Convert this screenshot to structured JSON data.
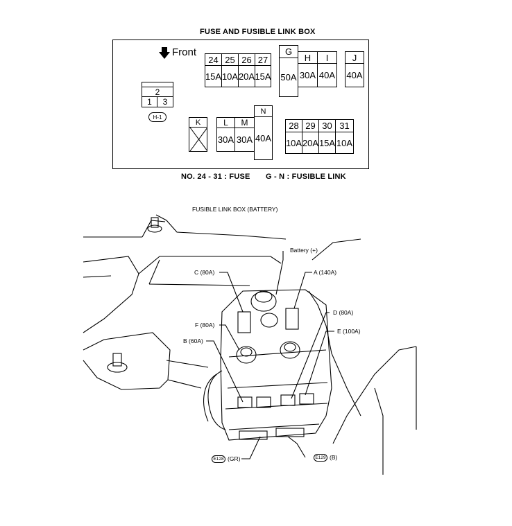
{
  "top_title": "FUSE AND FUSIBLE LINK BOX",
  "front_label": "Front",
  "relay_connector": {
    "top": "2",
    "left": "1",
    "right": "3",
    "tag": "H-1"
  },
  "fuses_a": [
    {
      "num": "24",
      "amp": "15A"
    },
    {
      "num": "25",
      "amp": "10A"
    },
    {
      "num": "26",
      "amp": "20A"
    },
    {
      "num": "27",
      "amp": "15A"
    }
  ],
  "link_g": {
    "num": "G",
    "amp": "50A"
  },
  "link_hi": [
    {
      "num": "H",
      "amp": "30A"
    },
    {
      "num": "I",
      "amp": "40A"
    }
  ],
  "link_j": {
    "num": "J",
    "amp": "40A"
  },
  "link_k": {
    "num": "K"
  },
  "link_lm": [
    {
      "num": "L",
      "amp": "30A"
    },
    {
      "num": "M",
      "amp": "30A"
    }
  ],
  "link_n": {
    "num": "N",
    "amp": "40A"
  },
  "fuses_b": [
    {
      "num": "28",
      "amp": "10A"
    },
    {
      "num": "29",
      "amp": "20A"
    },
    {
      "num": "30",
      "amp": "15A"
    },
    {
      "num": "31",
      "amp": "10A"
    }
  ],
  "legend_fuse": "NO. 24 - 31 : FUSE",
  "legend_link": "G - N : FUSIBLE LINK",
  "bottom_title": "FUSIBLE LINK BOX (BATTERY)",
  "callouts": {
    "battery": "Battery (+)",
    "c": "C (80A)",
    "a": "A (140A)",
    "d": "D (80A)",
    "f": "F (80A)",
    "e": "E (100A)",
    "b": "B (60A)",
    "conn1_id": "E128",
    "conn1_color": "(GR)",
    "conn2_id": "E129",
    "conn2_color": "(B)"
  }
}
